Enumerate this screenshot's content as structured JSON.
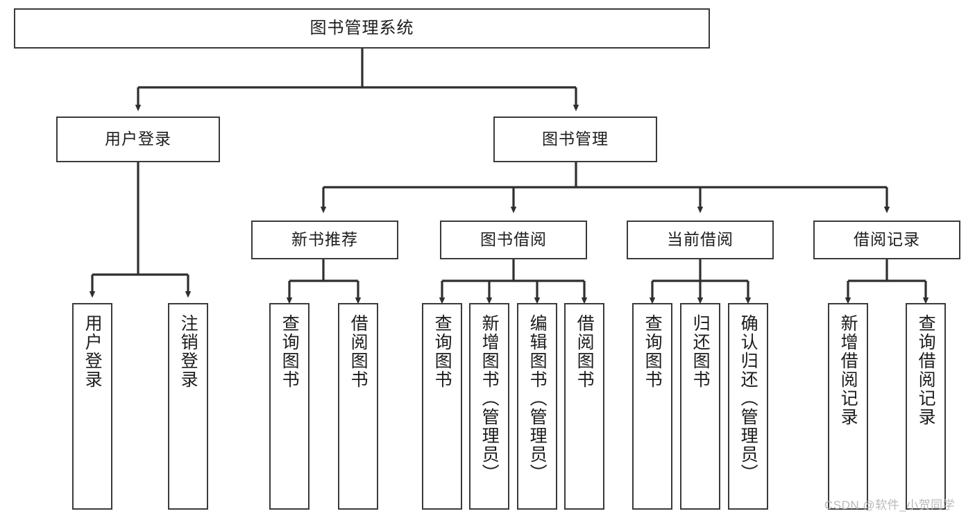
{
  "diagram": {
    "title": "图书管理系统",
    "type": "tree",
    "root": {
      "label": "图书管理系统"
    },
    "level2": [
      {
        "label": "用户登录"
      },
      {
        "label": "图书管理"
      }
    ],
    "level3": [
      {
        "label": "新书推荐"
      },
      {
        "label": "图书借阅"
      },
      {
        "label": "当前借阅"
      },
      {
        "label": "借阅记录"
      }
    ],
    "leaves": {
      "user_login": [
        {
          "label": "用户登录"
        },
        {
          "label": "注销登录"
        }
      ],
      "new_book": [
        {
          "label": "查询图书"
        },
        {
          "label": "借阅图书"
        }
      ],
      "borrow": [
        {
          "label": "查询图书"
        },
        {
          "label": "新增图书（管理员）"
        },
        {
          "label": "编辑图书（管理员）"
        },
        {
          "label": "借阅图书"
        }
      ],
      "current": [
        {
          "label": "查询图书"
        },
        {
          "label": "归还图书"
        },
        {
          "label": "确认归还（管理员）"
        }
      ],
      "records": [
        {
          "label": "新增借阅记录"
        },
        {
          "label": "查询借阅记录"
        }
      ]
    }
  },
  "watermark": {
    "text": "CSDN @软件_小贺同学"
  },
  "colors": {
    "border": "#3a3a3a",
    "text": "#1c1c1c",
    "background": "#ffffff",
    "watermark": "#b9b9b9"
  }
}
